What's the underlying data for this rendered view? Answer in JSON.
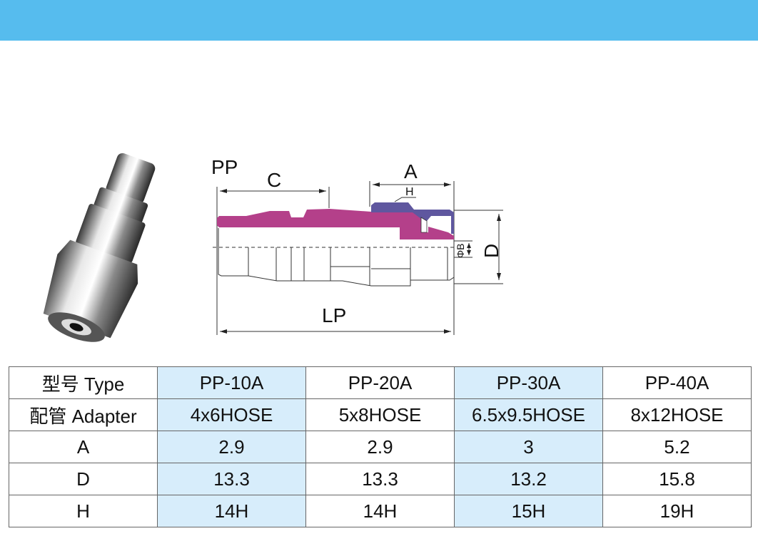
{
  "colors": {
    "header_bar": "#56bcee",
    "highlight_column": "#d7edfb",
    "body_section": "#b4408a",
    "nut_section": "#5f579f"
  },
  "diagram": {
    "series_label": "PP",
    "labels": {
      "C": "C",
      "A": "A",
      "H": "H",
      "B": "ΦB",
      "D": "D",
      "LP": "LP"
    }
  },
  "table": {
    "rows": [
      {
        "header": "型号 Type",
        "values": [
          "PP-10A",
          "PP-20A",
          "PP-30A",
          "PP-40A"
        ]
      },
      {
        "header": "配管 Adapter",
        "values": [
          "4x6HOSE",
          "5x8HOSE",
          "6.5x9.5HOSE",
          "8x12HOSE"
        ]
      },
      {
        "header": "A",
        "values": [
          "2.9",
          "2.9",
          "3",
          "5.2"
        ]
      },
      {
        "header": "D",
        "values": [
          "13.3",
          "13.3",
          "13.2",
          "15.8"
        ]
      },
      {
        "header": "H",
        "values": [
          "14H",
          "14H",
          "15H",
          "19H"
        ]
      }
    ]
  }
}
